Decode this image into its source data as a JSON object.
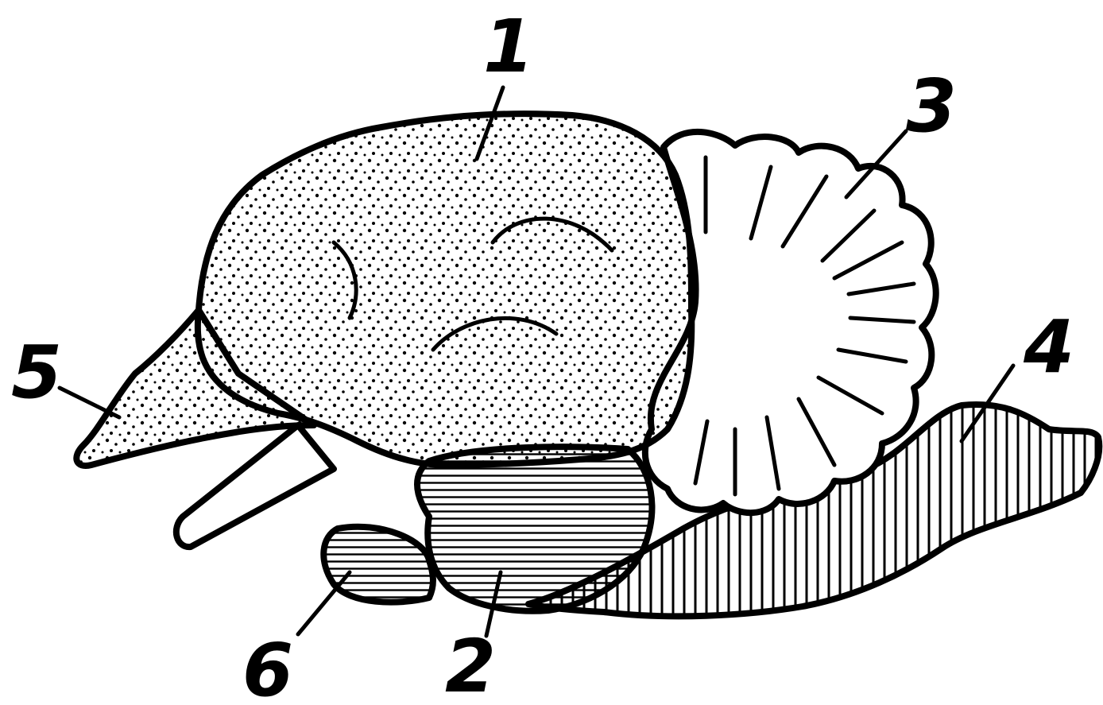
{
  "labels": {
    "cerebrum": "1",
    "diencephalon": "2",
    "cerebellum": "3",
    "medulla": "4",
    "olfactory": "5",
    "pituitary": "6"
  }
}
